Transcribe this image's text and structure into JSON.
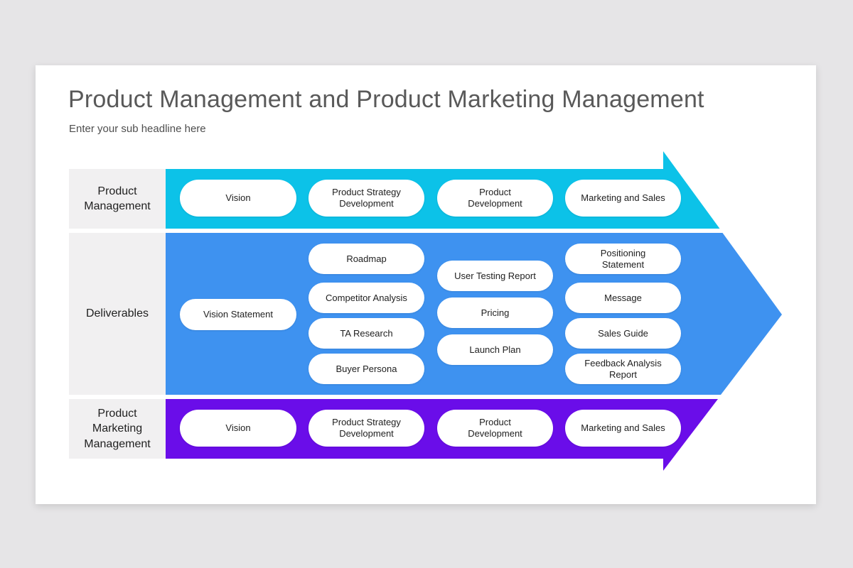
{
  "page": {
    "title": "Product Management and Product Marketing Management",
    "subtitle": "Enter your sub headline here"
  },
  "colors": {
    "page_bg": "#e6e5e7",
    "card_bg": "#ffffff",
    "row_label_bg": "#f1f0f1",
    "band_product_management": "#0cc2e8",
    "band_deliverables": "#3e92f0",
    "band_product_marketing": "#6a0de9",
    "pill_bg": "#ffffff",
    "text_dark": "#212121",
    "title_gray": "#595959"
  },
  "rows": [
    {
      "label": "Product Management",
      "stages": [
        "Vision",
        "Product Strategy Development",
        "Product Development",
        "Marketing and Sales"
      ]
    },
    {
      "label": "Deliverables",
      "col1": [
        "Vision Statement"
      ],
      "col2": [
        "Roadmap",
        "Competitor Analysis",
        "TA Research",
        "Buyer Persona"
      ],
      "col3": [
        "User Testing Report",
        "Pricing",
        "Launch Plan"
      ],
      "col4": [
        "Positioning Statement",
        "Message",
        "Sales Guide",
        "Feedback Analysis Report"
      ]
    },
    {
      "label": "Product Marketing Management",
      "stages": [
        "Vision",
        "Product Strategy Development",
        "Product Development",
        "Marketing and Sales"
      ]
    }
  ]
}
